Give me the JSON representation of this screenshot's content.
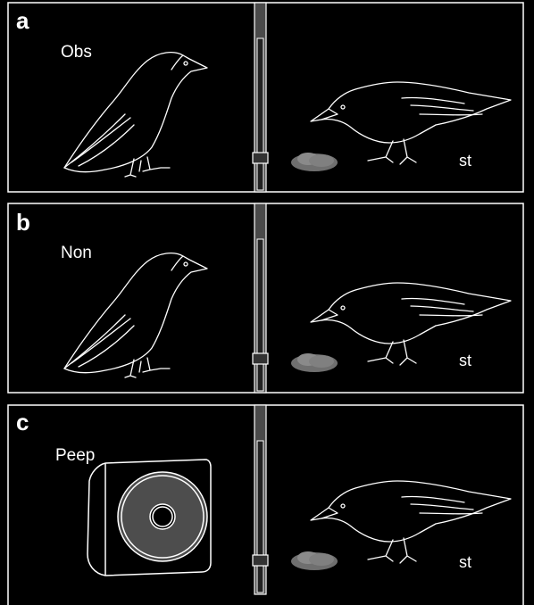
{
  "panels": [
    {
      "letter": "a",
      "condition": "Obs",
      "subject": "st"
    },
    {
      "letter": "b",
      "condition": "Non",
      "subject": "st"
    },
    {
      "letter": "c",
      "condition": "Peep",
      "subject": "st"
    }
  ],
  "colors": {
    "background": "#000000",
    "line": "#ffffff",
    "divider": "#4a4a4a",
    "food": "#777777",
    "peephole_disc": "#5a5a5a"
  }
}
